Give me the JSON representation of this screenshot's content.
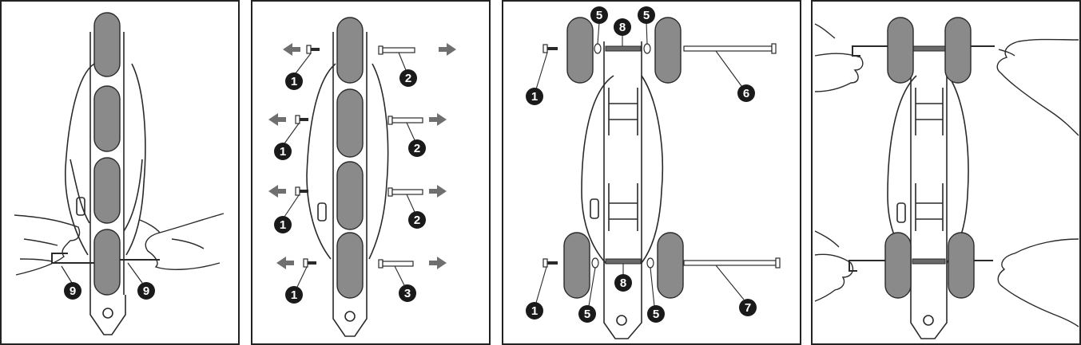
{
  "panels": [
    {
      "id": "panel-1",
      "callouts": [
        {
          "key": "left-hex-key",
          "label": "9"
        },
        {
          "key": "right-hex-key",
          "label": "9"
        }
      ]
    },
    {
      "id": "panel-2",
      "callouts": [
        {
          "key": "bolt-1",
          "label": "1"
        },
        {
          "key": "axle-1",
          "label": "2"
        },
        {
          "key": "bolt-2",
          "label": "1"
        },
        {
          "key": "axle-2",
          "label": "2"
        },
        {
          "key": "bolt-3",
          "label": "1"
        },
        {
          "key": "axle-3",
          "label": "2"
        },
        {
          "key": "bolt-4",
          "label": "1"
        },
        {
          "key": "axle-4",
          "label": "3"
        }
      ]
    },
    {
      "id": "panel-3",
      "callouts": [
        {
          "key": "spacer-top-left",
          "label": "5"
        },
        {
          "key": "spacer-top-right",
          "label": "5"
        },
        {
          "key": "bushing-top",
          "label": "8"
        },
        {
          "key": "bolt-top",
          "label": "1"
        },
        {
          "key": "axle-long-top",
          "label": "6"
        },
        {
          "key": "bushing-bottom",
          "label": "8"
        },
        {
          "key": "bolt-bottom",
          "label": "1"
        },
        {
          "key": "spacer-bottom-left",
          "label": "5"
        },
        {
          "key": "spacer-bottom-right",
          "label": "5"
        },
        {
          "key": "axle-long-bottom",
          "label": "7"
        }
      ]
    },
    {
      "id": "panel-4",
      "callouts": []
    }
  ],
  "colors": {
    "wheel": "#8a8a8a",
    "line": "#2a2a2a",
    "frame_border": "#222222",
    "arrow": "#6f6f6f",
    "callout": "#1a1a1a"
  }
}
